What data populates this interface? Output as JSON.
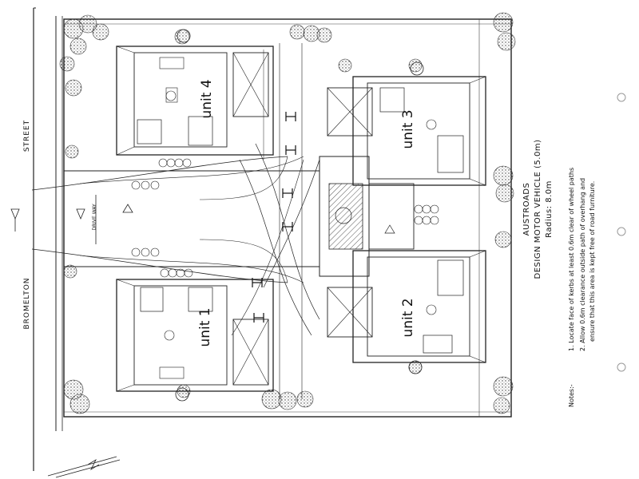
{
  "units": {
    "unit1": "unit 1",
    "unit2": "unit 2",
    "unit3": "unit 3",
    "unit4": "unit 4"
  },
  "street": {
    "name1": "BROMELTON",
    "name2": "STREET"
  },
  "driveway": {
    "label": "DRIVE WAY"
  },
  "design_vehicle": {
    "line1": "AUSTROADS",
    "line2": "DESIGN MOTOR VEHICLE (5.0m)",
    "line3": "Radius: 8.0m"
  },
  "notes": {
    "heading": "Notes:-",
    "note1": "1.  Locate face of kerbs at least 0.6m clear of wheel paths",
    "note2": "2.  Allow 0.6m clearance outside path of overhang and",
    "note3": "ensure that this area is kept free of road furniture."
  }
}
